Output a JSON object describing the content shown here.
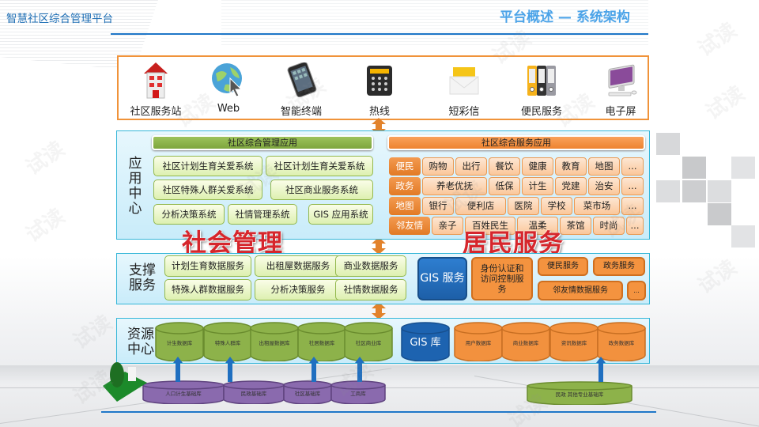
{
  "header": {
    "brand": "智慧社区综合管理平台",
    "title": "平台概述 — 系统架构"
  },
  "colors": {
    "brand_blue": "#1f6fb5",
    "title_blue": "#4ba3e8",
    "panel_border": "#36b6d8",
    "green": "#8db24a",
    "orange": "#f4933f",
    "gis_blue": "#1d5fa8",
    "purple": "#8a6aae",
    "accent_red": "#d6262c"
  },
  "channels": [
    {
      "label": "社区服务站",
      "icon": "house-icon"
    },
    {
      "label": "Web",
      "icon": "globe-cursor-icon"
    },
    {
      "label": "智能终端",
      "icon": "smartphone-icon"
    },
    {
      "label": "热线",
      "icon": "telephone-icon"
    },
    {
      "label": "短彩信",
      "icon": "envelope-icon"
    },
    {
      "label": "便民服务",
      "icon": "binders-icon"
    },
    {
      "label": "电子屏",
      "icon": "monitor-icon"
    }
  ],
  "app_center": {
    "label": "应用中心",
    "management": {
      "header": "社区综合管理应用",
      "systems": [
        "社区计划生育关爱系统",
        "社区计划生育关爱系统",
        "社区特殊人群关爱系统",
        "社区商业服务系统",
        "分析决策系统",
        "社情管理系统",
        "GIS 应用系统"
      ],
      "banner": "社会管理"
    },
    "service": {
      "header": "社区综合服务应用",
      "rows": [
        {
          "label": "便民",
          "items": [
            "购物",
            "出行",
            "餐饮",
            "健康",
            "教育",
            "地图",
            "..."
          ]
        },
        {
          "label": "政务",
          "items": [
            "养老优抚",
            "低保",
            "计生",
            "党建",
            "治安",
            "..."
          ]
        },
        {
          "label": "地图",
          "items": [
            "银行",
            "便利店",
            "医院",
            "学校",
            "菜市场",
            "..."
          ]
        },
        {
          "label": "邻友情",
          "items": [
            "亲子",
            "百姓民生",
            "温柔",
            "茶馆",
            "时尚",
            "..."
          ]
        }
      ],
      "banner": "居民服务"
    }
  },
  "support": {
    "label": "支撑服务",
    "data_services": [
      "计划生育数据服务",
      "出租屋数据服务",
      "商业数据服务",
      "特殊人群数据服务",
      "分析决策服务",
      "社情数据服务"
    ],
    "gis": "GIS 服务",
    "auth": "身份认证和访问控制服务",
    "others": [
      "便民服务",
      "政务服务",
      "邻友情数据服务",
      "..."
    ]
  },
  "resources": {
    "label": "资源中心",
    "green_dbs": [
      "计生数据库",
      "特殊人群库",
      "出租屋数据库",
      "社居数据库",
      "社区商业库"
    ],
    "gis_db": "GIS 库",
    "orange_dbs": [
      "用户数据库",
      "商业数据库",
      "资讯数据库",
      "政务数据库"
    ],
    "source_dbs": [
      "人口计生基础库",
      "民政基础库",
      "社区基础库",
      "工商库"
    ],
    "external_db": "民政 其他专业基础库"
  },
  "watermark": "试读"
}
